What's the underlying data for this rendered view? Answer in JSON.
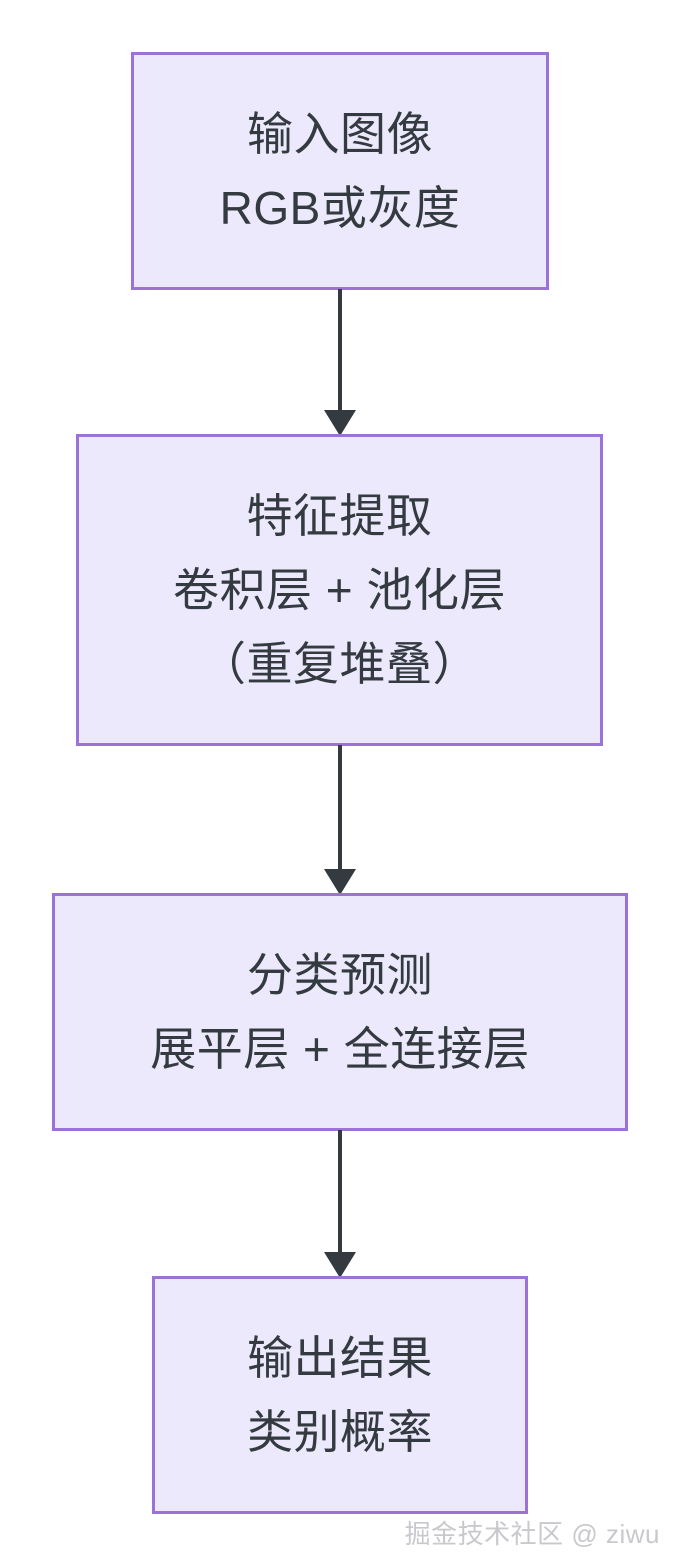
{
  "diagram": {
    "type": "flowchart",
    "orientation": "top-to-bottom",
    "colors": {
      "node_fill": "#ece9fc",
      "node_border": "#9b72d8",
      "text": "#333a40",
      "connector": "#333a40",
      "background": "#ffffff",
      "watermark": "#c9c9cd"
    },
    "nodes": [
      {
        "id": "input",
        "lines": [
          "输入图像",
          "RGB或灰度"
        ],
        "line1": "输入图像",
        "line2": "RGB或灰度"
      },
      {
        "id": "feature",
        "lines": [
          "特征提取",
          "卷积层 + 池化层",
          "（重复堆叠）"
        ],
        "line1": "特征提取",
        "line2": "卷积层 + 池化层",
        "line3": "（重复堆叠）"
      },
      {
        "id": "classify",
        "lines": [
          "分类预测",
          "展平层 + 全连接层"
        ],
        "line1": "分类预测",
        "line2": "展平层 + 全连接层"
      },
      {
        "id": "output",
        "lines": [
          "输出结果",
          "类别概率"
        ],
        "line1": "输出结果",
        "line2": "类别概率"
      }
    ],
    "edges": [
      {
        "from": "input",
        "to": "feature",
        "label": ""
      },
      {
        "from": "feature",
        "to": "classify",
        "label": ""
      },
      {
        "from": "classify",
        "to": "output",
        "label": ""
      }
    ]
  },
  "watermark": {
    "text": "掘金技术社区 @ ziwu"
  }
}
